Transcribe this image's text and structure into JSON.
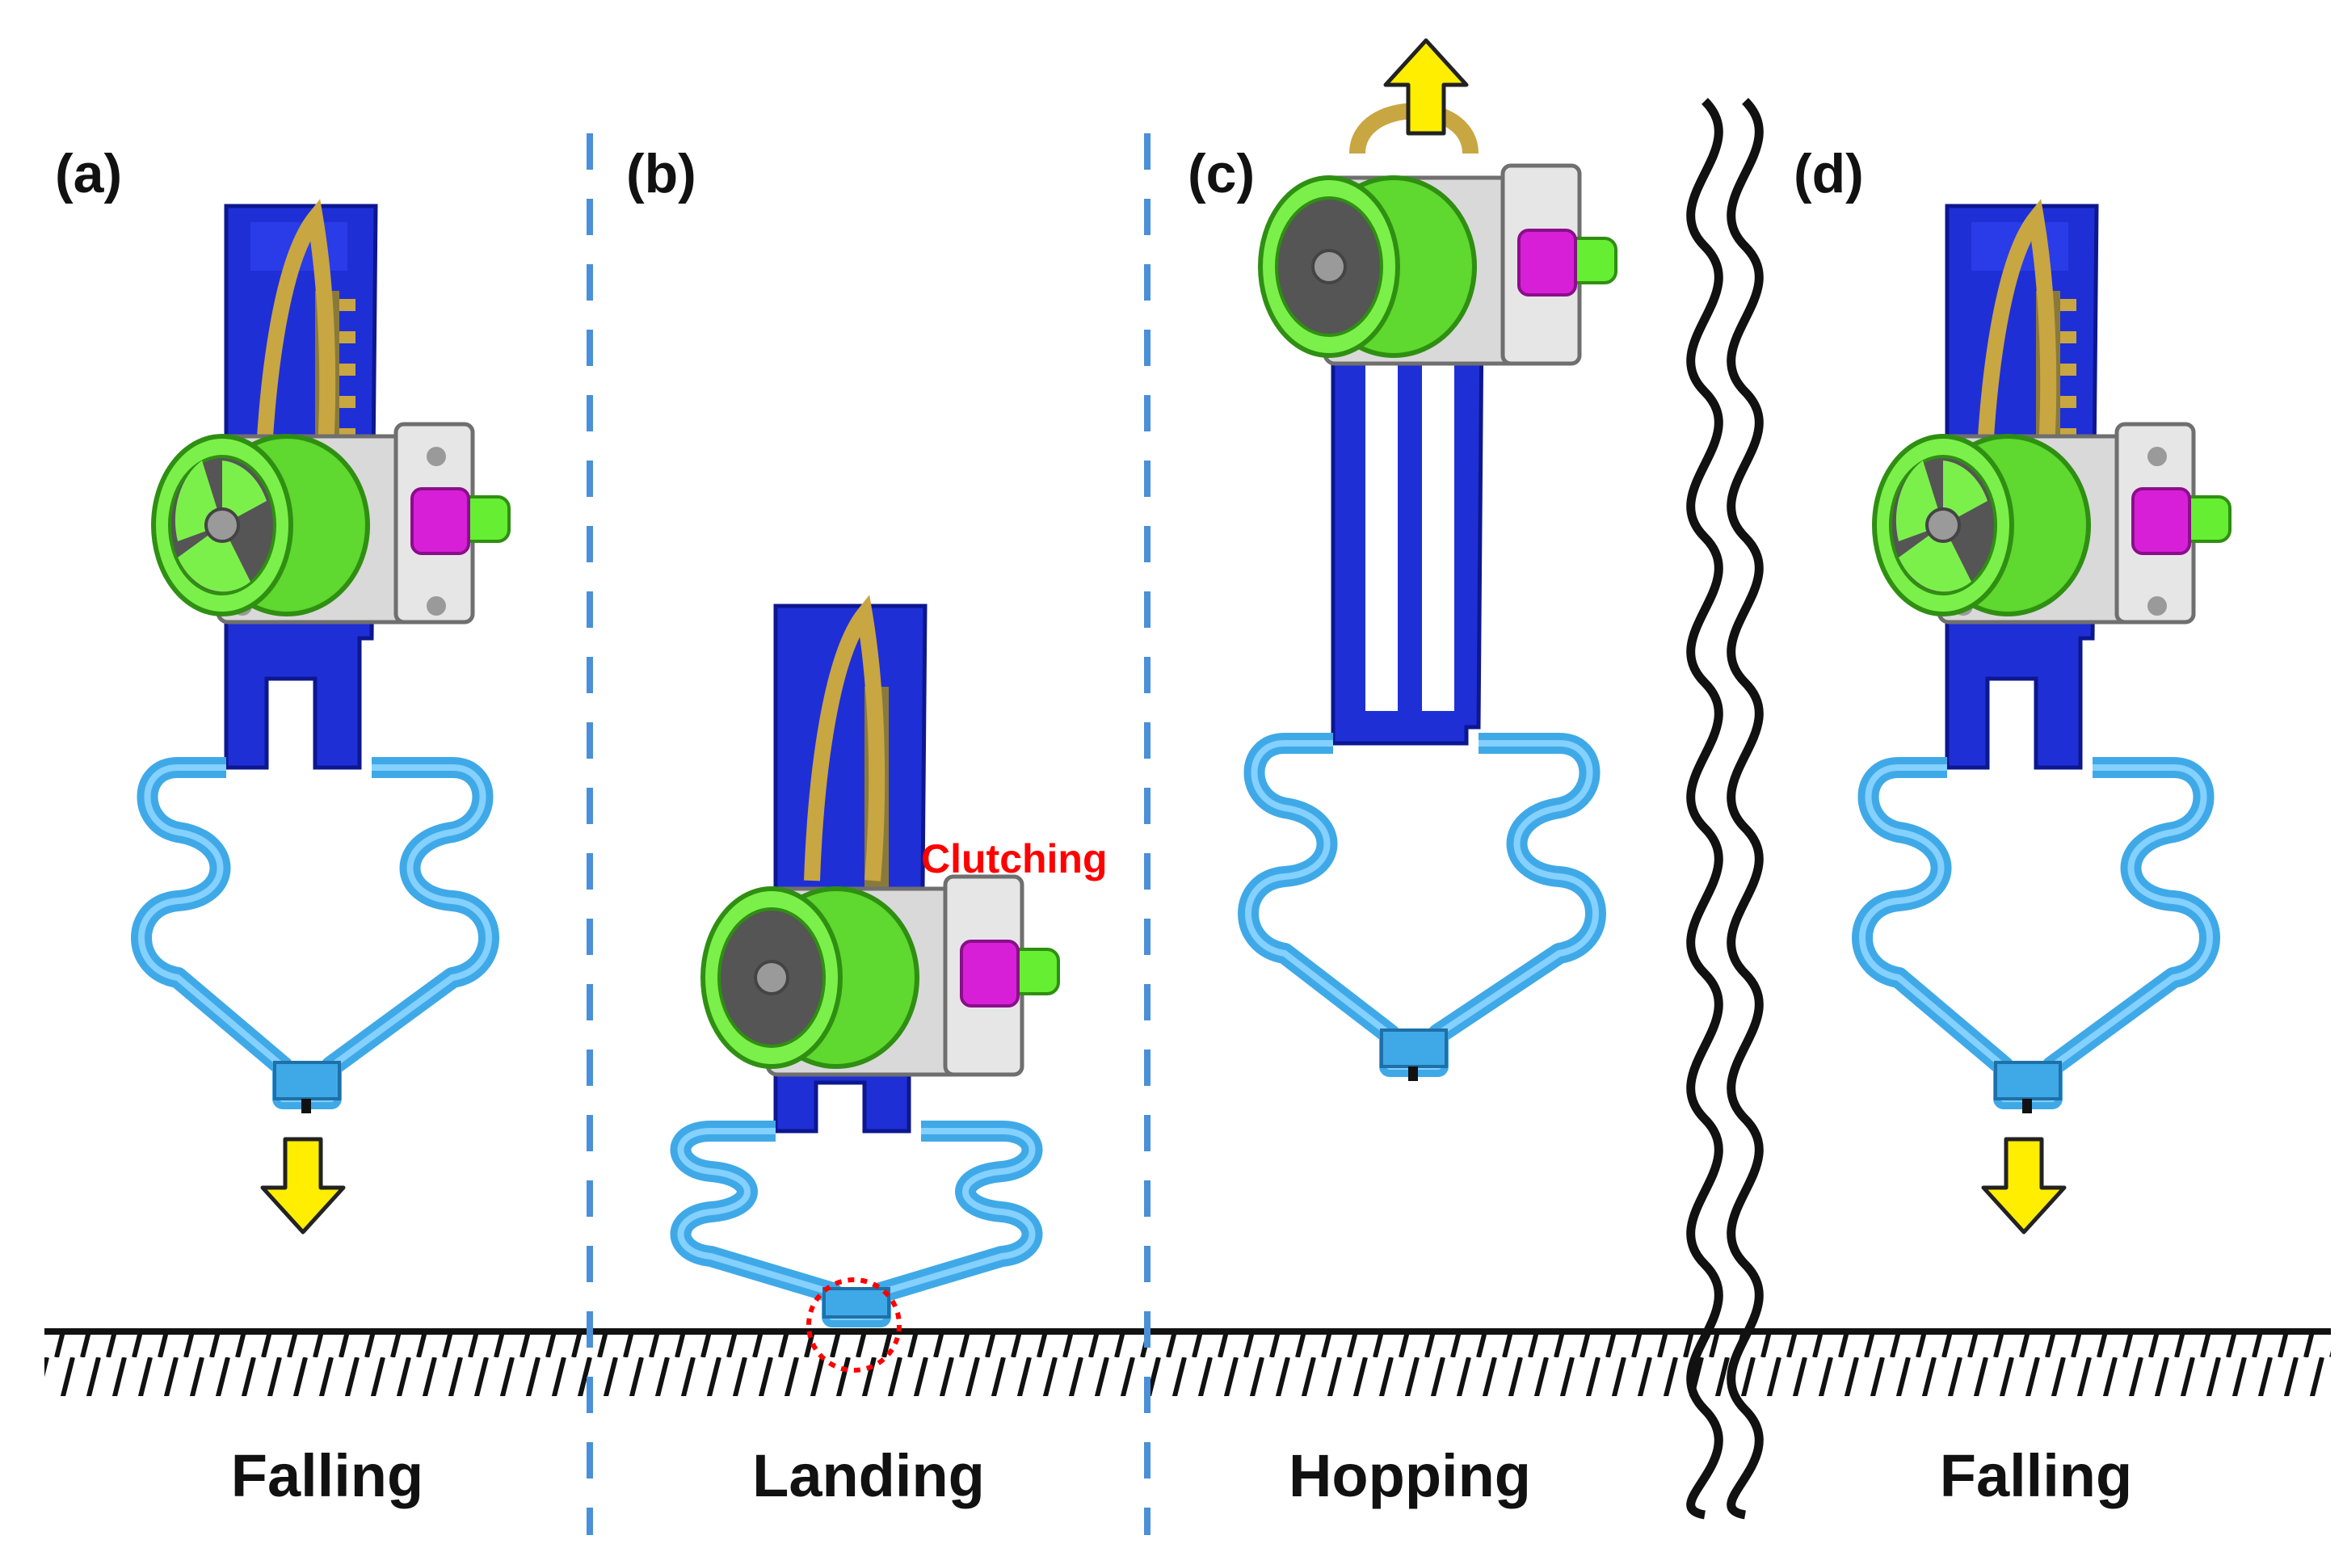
{
  "panels": [
    {
      "label": "(a)",
      "stage": "Falling"
    },
    {
      "label": "(b)",
      "stage": "Landing"
    },
    {
      "label": "(c)",
      "stage": "Hopping"
    },
    {
      "label": "(d)",
      "stage": "Falling"
    }
  ],
  "annotation": "Clutching",
  "colors": {
    "frame_blue": "#1f2fd6",
    "spring_cyan": "#3fa9e8",
    "motor_green": "#66ee33",
    "arrow_yellow": "#ffee00",
    "tendon_gold": "#c8a642",
    "plate_gray": "#d9d9d9",
    "gear_magenta": "#d81fd8",
    "divider_blue": "#4a90d9",
    "clutch_red": "#ff0000"
  }
}
